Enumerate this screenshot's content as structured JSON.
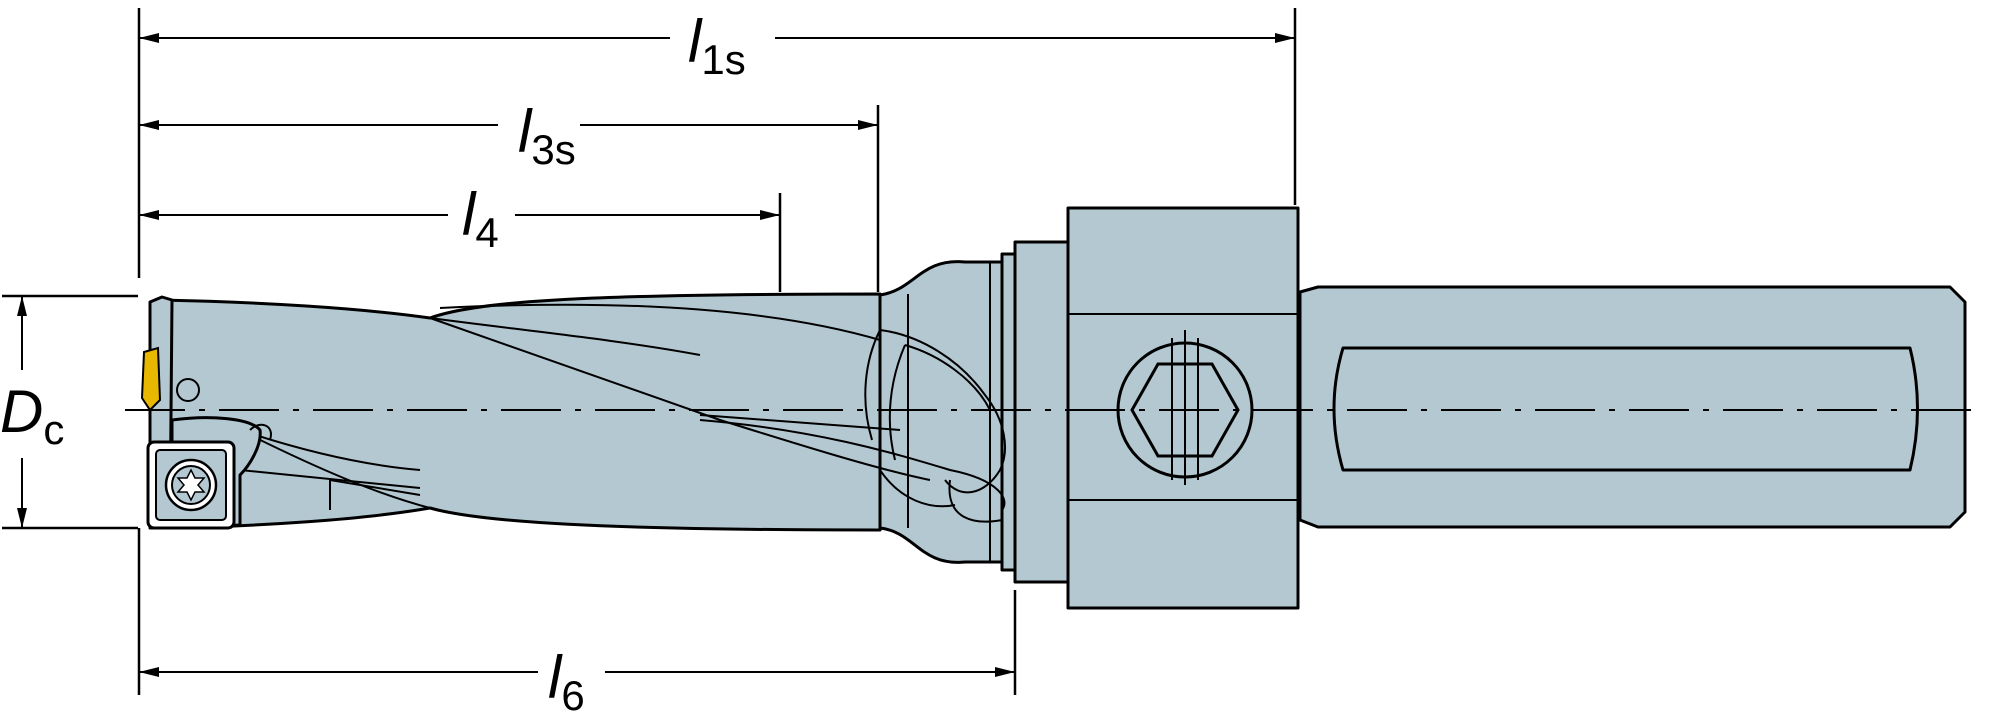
{
  "dimensions": {
    "l1s": {
      "symbol": "l",
      "subscript": "1s"
    },
    "l3s": {
      "symbol": "l",
      "subscript": "3s"
    },
    "l4": {
      "symbol": "l",
      "subscript": "4"
    },
    "l6": {
      "symbol": "l",
      "subscript": "6"
    },
    "dc": {
      "symbol": "D",
      "subscript": "c"
    }
  },
  "colors": {
    "body": "#b4c8d2",
    "insert_tip": "#e8b800",
    "line": "#000000"
  },
  "icons": [
    "torx-screw-icon",
    "hex-socket-icon",
    "arrowhead-icon"
  ]
}
